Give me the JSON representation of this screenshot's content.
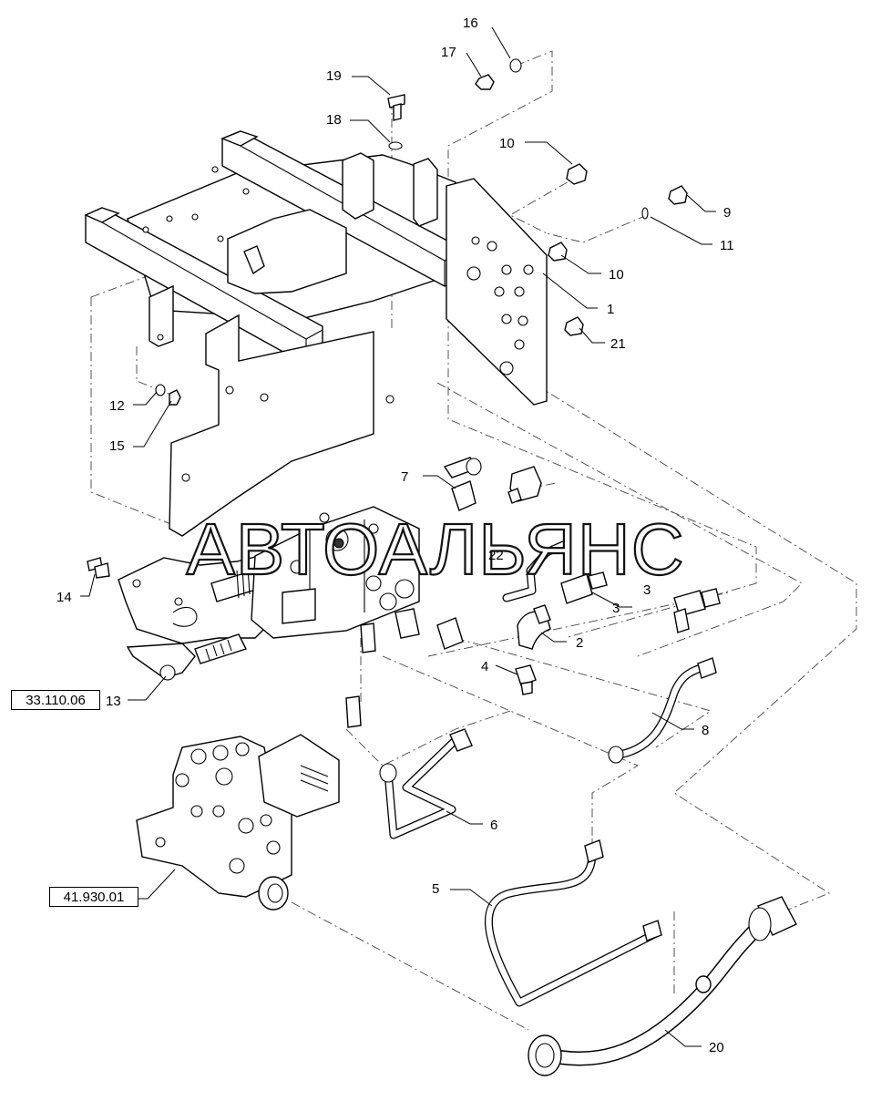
{
  "watermark": "АВТОАЛЬЯНС",
  "references": {
    "valve_linkage": "33.110.06",
    "control_valve": "41.930.01"
  },
  "callouts": {
    "c1": "1",
    "c2": "2",
    "c3a": "3",
    "c3b": "3",
    "c4": "4",
    "c5": "5",
    "c6": "6",
    "c7": "7",
    "c8": "8",
    "c9": "9",
    "c10a": "10",
    "c10b": "10",
    "c11": "11",
    "c12": "12",
    "c13": "13",
    "c14": "14",
    "c15": "15",
    "c16": "16",
    "c17": "17",
    "c18": "18",
    "c19": "19",
    "c20": "20",
    "c21": "21",
    "c22": "22"
  }
}
